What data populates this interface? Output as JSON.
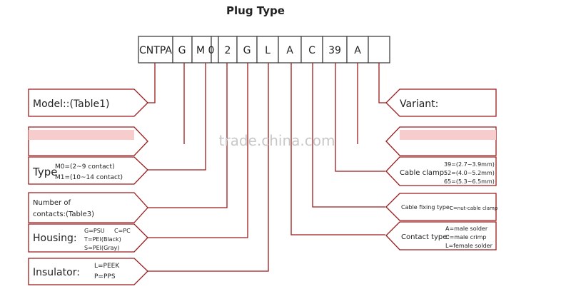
{
  "title": "Plug Type",
  "code_cells": [
    "CNTPA",
    "G",
    "M",
    "0",
    "2",
    "G",
    "L",
    "A",
    "C",
    "39",
    "A",
    ""
  ],
  "left_panels": {
    "model": "Model::(Table1)",
    "blank": "",
    "type_label": "Type",
    "type_m0": "M0=(2~9 contact)",
    "type_m1": "M1=(10~14 contact)",
    "contacts_line1": "Number of",
    "contacts_line2": "contacts:(Table3)",
    "housing_label": "Housing:",
    "housing_g": "G=PSU",
    "housing_c": "C=PC",
    "housing_t": "T=PEI(Black)",
    "housing_s": "S=PEI(Gray)",
    "insulator_label": "Insulator:",
    "insulator_l": "L=PEEK",
    "insulator_p": "P=PPS"
  },
  "right_panels": {
    "variant": "Variant:",
    "blank": "",
    "clamp_label": "Cable clamp:",
    "clamp_39": "39=(2.7~3.9mm)",
    "clamp_52": "52=(4.0~5.2mm)",
    "clamp_65": "65=(5.3~6.5mm)",
    "fixing_label": "Cable fixing type:",
    "fixing_c": "C=nut-cable clamp",
    "contact_label": "Contact type:",
    "contact_a": "A=male solder",
    "contact_c": "C=male crimp",
    "contact_l": "L=female solder"
  },
  "watermark": "trade.china.com",
  "colors": {
    "line": "#9b1b1b",
    "blank_fill": "#f6cccc",
    "cell_border": "#333333"
  }
}
